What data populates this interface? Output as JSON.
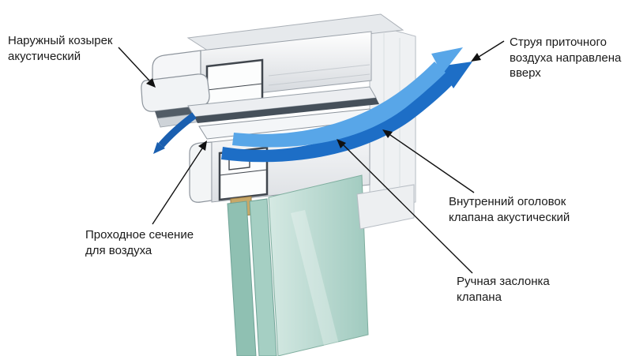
{
  "labels": {
    "visor": "Наружный козырек\nакустический",
    "stream": "Струя приточного\nвоздуха направлена\nвверх",
    "passage": "Проходное сечение\nдля воздуха",
    "head": "Внутренний оголовок\nклапана акустический",
    "damper": "Ручная заслонка\nклапана"
  },
  "colors": {
    "background": "#ffffff",
    "air_dark": "#1d6ec6",
    "air_light": "#58a6e8",
    "air_inlet": "#1a5fb0",
    "glass_edge_front": "#8fc0b2",
    "glass_edge_back": "#a5cfc3",
    "spacer": "#c8a868",
    "leader_line": "#111111",
    "label_text": "#1a1a1a"
  }
}
